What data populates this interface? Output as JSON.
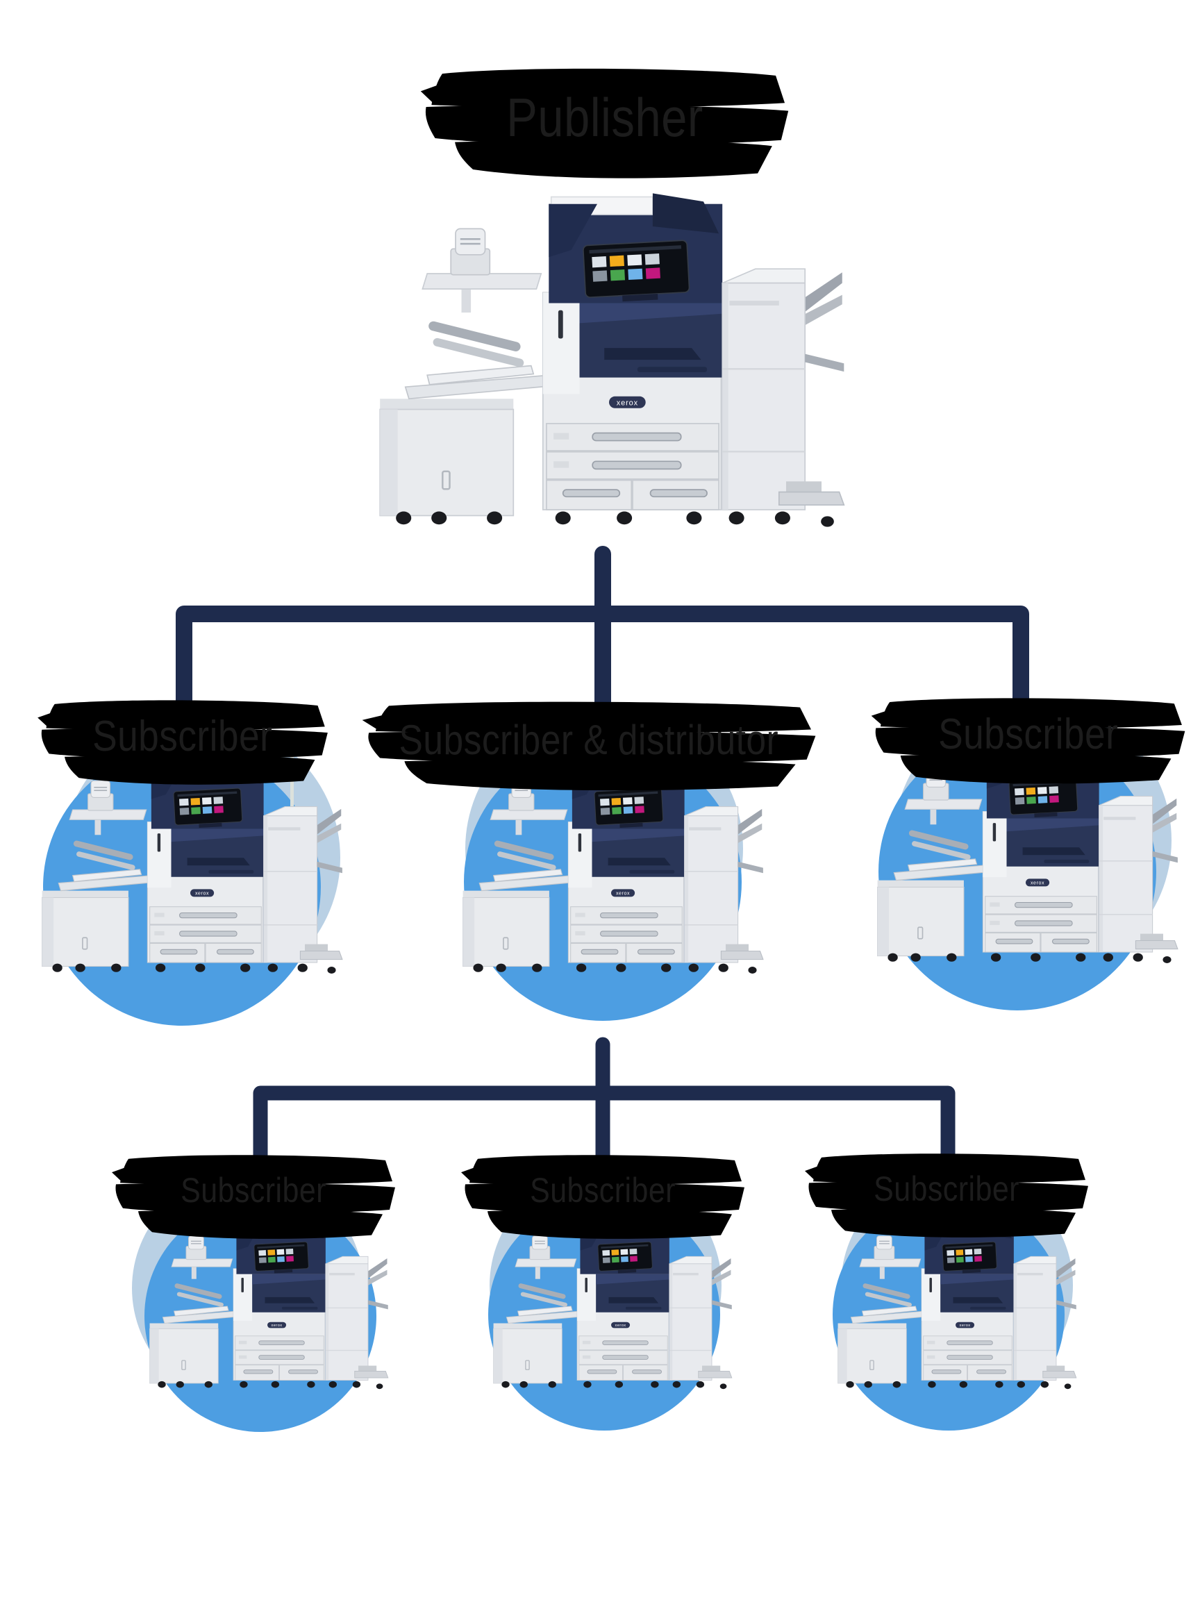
{
  "publisher": {
    "label": "Publisher"
  },
  "level1_nodes": [
    {
      "label": "Subscriber"
    },
    {
      "label": "Subscriber & distributor"
    },
    {
      "label": "Subscriber"
    }
  ],
  "level2_nodes": [
    {
      "label": "Subscriber"
    },
    {
      "label": "Subscriber"
    },
    {
      "label": "Subscriber"
    }
  ],
  "printer": {
    "brand_label": "xerox"
  },
  "colors": {
    "accent_blue": "#4D9EE2",
    "light_blue": "#B9D0E4",
    "connector_navy": "#1E2B4D",
    "brush_gray": "#E6E6E6",
    "text": "#1C1C1C",
    "printer_navy": "#273357"
  }
}
